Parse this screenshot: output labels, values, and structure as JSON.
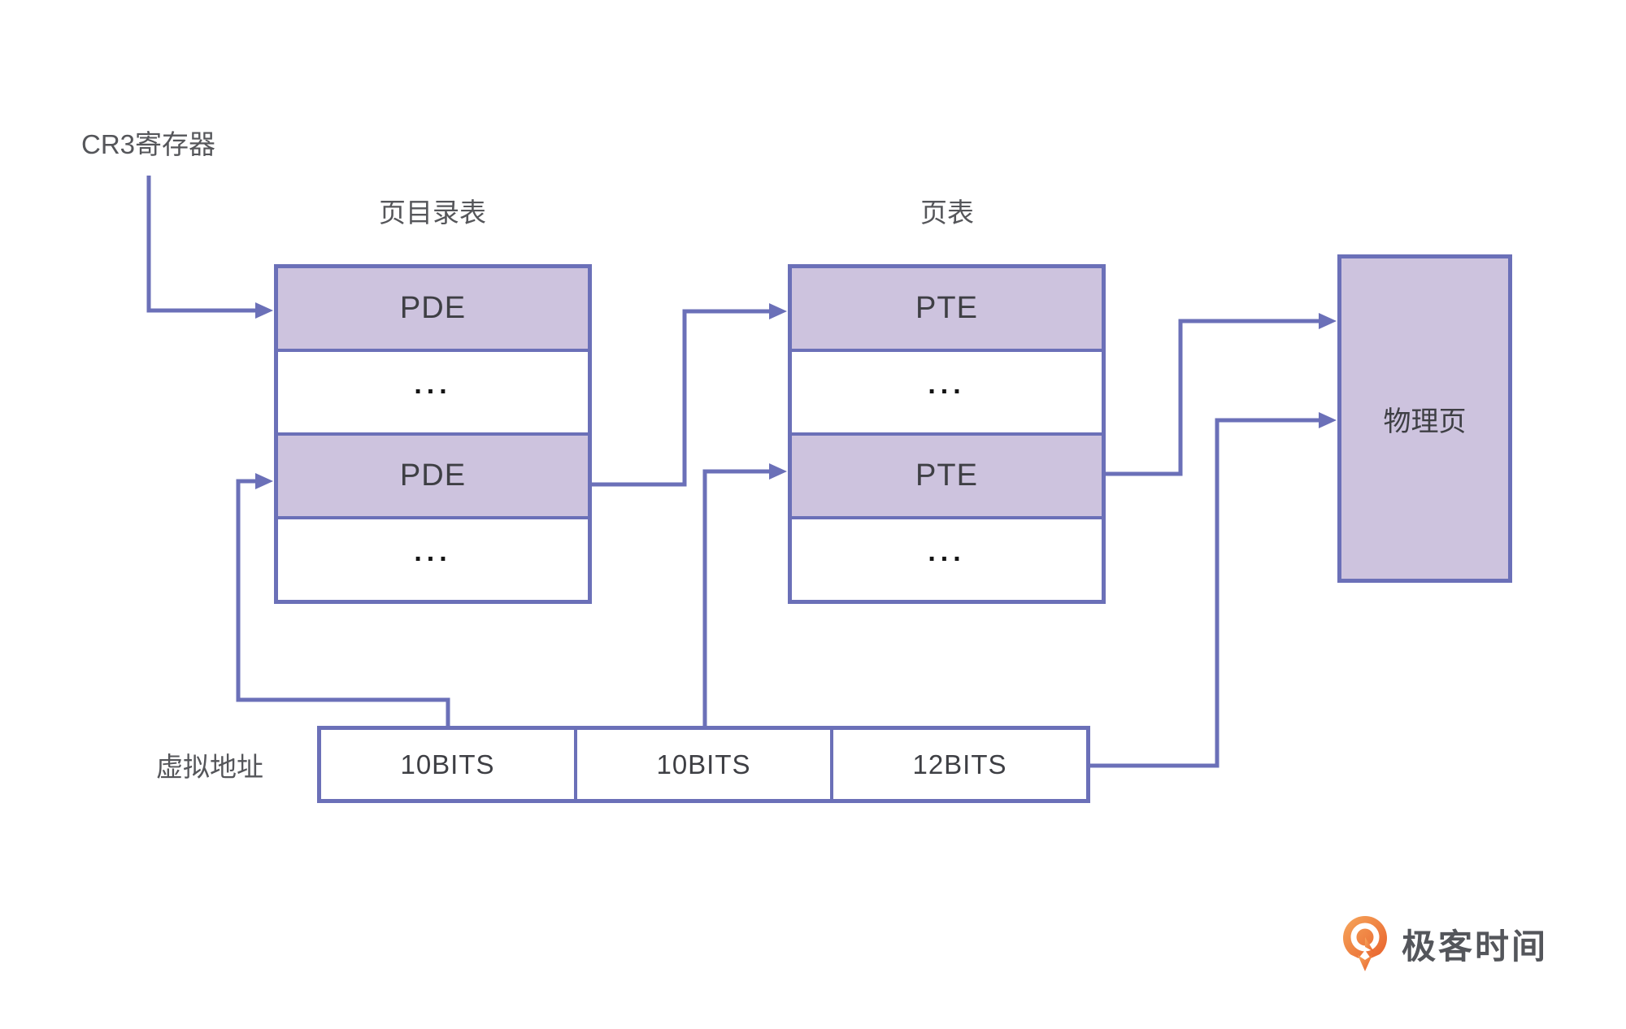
{
  "diagram": {
    "cr3_label": "CR3寄存器",
    "directory_table": {
      "title": "页目录表",
      "rows": [
        {
          "label": "PDE",
          "highlighted": true
        },
        {
          "label": "...",
          "highlighted": false
        },
        {
          "label": "PDE",
          "highlighted": true
        },
        {
          "label": "...",
          "highlighted": false
        }
      ]
    },
    "page_table": {
      "title": "页表",
      "rows": [
        {
          "label": "PTE",
          "highlighted": true
        },
        {
          "label": "...",
          "highlighted": false
        },
        {
          "label": "PTE",
          "highlighted": true
        },
        {
          "label": "...",
          "highlighted": false
        }
      ]
    },
    "physical_page_label": "物理页",
    "virtual_address_label": "虚拟地址",
    "virtual_address_segments": [
      {
        "label": "10BITS"
      },
      {
        "label": "10BITS"
      },
      {
        "label": "12BITS"
      }
    ]
  },
  "branding": {
    "logo_icon": "geektime-pin-icon",
    "logo_text": "极客时间"
  },
  "colors": {
    "line": "#6B70B8",
    "highlight_fill": "#CDC3DE",
    "row_text": "#3E3F44",
    "label_text": "#55565A",
    "dots": "#141414",
    "logo_orange": "#EC6F33",
    "logo_text_gray": "#54565B",
    "background": "#FFFFFF"
  }
}
